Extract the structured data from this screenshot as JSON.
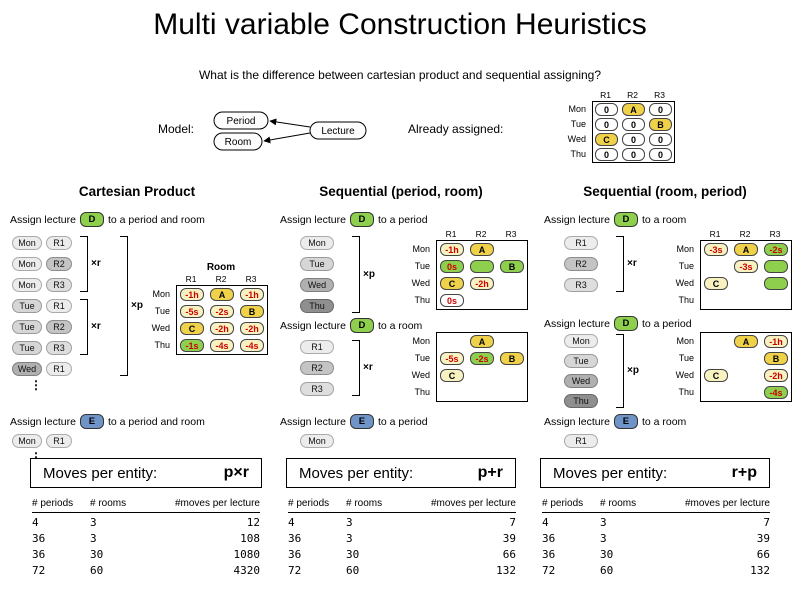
{
  "title": "Multi variable Construction Heuristics",
  "subtitle": "What is the difference between cartesian product and sequential assigning?",
  "model": {
    "label": "Model:",
    "period": "Period",
    "room": "Room",
    "lecture": "Lecture"
  },
  "already_assigned": {
    "label": "Already assigned:",
    "cols": [
      "R1",
      "R2",
      "R3"
    ],
    "rows": [
      "Mon",
      "Tue",
      "Wed",
      "Thu"
    ],
    "cells": [
      [
        "0",
        "A",
        "0"
      ],
      [
        "0",
        "0",
        "B"
      ],
      [
        "C",
        "0",
        "0"
      ],
      [
        "0",
        "0",
        "0"
      ]
    ]
  },
  "legend_colors": {
    "assigned": "#f0d24a",
    "evaluated": "#f7f2c0",
    "selected": "#8ed04e",
    "lecture_d": "#8ed04e",
    "lecture_e": "#6f95c8",
    "score_text": "#cc0000"
  },
  "pill_shades": {
    "Mon": "#ececec",
    "Tue": "#d6d6d6",
    "Wed": "#b0b0b0",
    "Thu": "#8f8f8f",
    "R1": "#ececec",
    "R2": "#c4c4c4",
    "R3": "#dedede"
  },
  "columns": [
    {
      "heading": "Cartesian Product",
      "steps": [
        {
          "assign_prefix": "Assign lecture",
          "lecture": "D",
          "lecture_color_key": "lecture_d",
          "assign_suffix": "to a period and room",
          "pill_pairs": [
            [
              "Mon",
              "R1"
            ],
            [
              "Mon",
              "R2"
            ],
            [
              "Mon",
              "R3"
            ],
            [
              "Tue",
              "R1"
            ],
            [
              "Tue",
              "R2"
            ],
            [
              "Tue",
              "R3"
            ],
            [
              "Wed",
              "R1"
            ]
          ],
          "room_bracket_label": "×r",
          "period_bracket_label": "×p",
          "table": {
            "caption": "Room",
            "cols": [
              "R1",
              "R2",
              "R3"
            ],
            "rows": [
              "Mon",
              "Tue",
              "Wed",
              "Thu"
            ],
            "cells": [
              [
                {
                  "t": "-1h",
                  "s": "eval"
                },
                {
                  "t": "A",
                  "s": "assigned"
                },
                {
                  "t": "-1h",
                  "s": "eval"
                }
              ],
              [
                {
                  "t": "-5s",
                  "s": "eval"
                },
                {
                  "t": "-2s",
                  "s": "eval"
                },
                {
                  "t": "B",
                  "s": "assigned"
                }
              ],
              [
                {
                  "t": "C",
                  "s": "assigned"
                },
                {
                  "t": "-2h",
                  "s": "eval"
                },
                {
                  "t": "-2h",
                  "s": "eval"
                }
              ],
              [
                {
                  "t": "-1s",
                  "s": "selected"
                },
                {
                  "t": "-4s",
                  "s": "eval"
                },
                {
                  "t": "-4s",
                  "s": "eval"
                }
              ]
            ]
          }
        },
        {
          "assign_prefix": "Assign lecture",
          "lecture": "E",
          "lecture_color_key": "lecture_e",
          "assign_suffix": "to a period and room",
          "pill_pairs": [
            [
              "Mon",
              "R1"
            ]
          ]
        }
      ],
      "moves_label": "Moves per entity:",
      "moves_formula": "p×r",
      "stats": {
        "headers": [
          "# periods",
          "# rooms",
          "#moves per lecture"
        ],
        "rows": [
          [
            "4",
            "3",
            "12"
          ],
          [
            "36",
            "3",
            "108"
          ],
          [
            "36",
            "30",
            "1080"
          ],
          [
            "72",
            "60",
            "4320"
          ]
        ]
      }
    },
    {
      "heading": "Sequential (period, room)",
      "steps": [
        {
          "assign_prefix": "Assign lecture",
          "lecture": "D",
          "lecture_color_key": "lecture_d",
          "assign_suffix": "to a period",
          "pills": [
            "Mon",
            "Tue",
            "Wed",
            "Thu"
          ],
          "bracket_label": "×p",
          "table": {
            "cols": [
              "R1",
              "R2",
              "R3"
            ],
            "rows": [
              "Mon",
              "Tue",
              "Wed",
              "Thu"
            ],
            "cells": [
              [
                {
                  "t": "-1h",
                  "s": "eval"
                },
                {
                  "t": "A",
                  "s": "assigned"
                },
                null
              ],
              [
                {
                  "t": "0s",
                  "s": "selected"
                },
                {
                  "t": "",
                  "s": "selected"
                },
                {
                  "t": "B",
                  "s": "selected"
                }
              ],
              [
                {
                  "t": "C",
                  "s": "assigned"
                },
                {
                  "t": "-2h",
                  "s": "eval"
                },
                null
              ],
              [
                {
                  "t": "0s",
                  "s": "plain"
                },
                null,
                null
              ]
            ]
          }
        },
        {
          "assign_prefix": "Assign lecture",
          "lecture": "D",
          "lecture_color_key": "lecture_d",
          "assign_suffix": "to a room",
          "pills": [
            "R1",
            "R2",
            "R3"
          ],
          "bracket_label": "×r",
          "table": {
            "cols": [
              "R1",
              "R2",
              "R3"
            ],
            "rows": [
              "Mon",
              "Tue",
              "Wed",
              "Thu"
            ],
            "cells": [
              [
                null,
                {
                  "t": "A",
                  "s": "assigned"
                },
                null
              ],
              [
                {
                  "t": "-5s",
                  "s": "eval"
                },
                {
                  "t": "-2s",
                  "s": "selected"
                },
                {
                  "t": "B",
                  "s": "assigned"
                }
              ],
              [
                {
                  "t": "C",
                  "s": "eval"
                },
                null,
                null
              ],
              [
                null,
                null,
                null
              ]
            ]
          }
        },
        {
          "assign_prefix": "Assign lecture",
          "lecture": "E",
          "lecture_color_key": "lecture_e",
          "assign_suffix": "to a period",
          "pills": [
            "Mon"
          ]
        }
      ],
      "moves_label": "Moves per entity:",
      "moves_formula": "p+r",
      "stats": {
        "headers": [
          "# periods",
          "# rooms",
          "#moves per lecture"
        ],
        "rows": [
          [
            "4",
            "3",
            "7"
          ],
          [
            "36",
            "3",
            "39"
          ],
          [
            "36",
            "30",
            "66"
          ],
          [
            "72",
            "60",
            "132"
          ]
        ]
      }
    },
    {
      "heading": "Sequential (room, period)",
      "steps": [
        {
          "assign_prefix": "Assign lecture",
          "lecture": "D",
          "lecture_color_key": "lecture_d",
          "assign_suffix": "to a room",
          "pills": [
            "R1",
            "R2",
            "R3"
          ],
          "bracket_label": "×r",
          "table": {
            "cols": [
              "R1",
              "R2",
              "R3"
            ],
            "rows": [
              "Mon",
              "Tue",
              "Wed",
              "Thu"
            ],
            "cells": [
              [
                {
                  "t": "-3s",
                  "s": "eval"
                },
                {
                  "t": "A",
                  "s": "assigned"
                },
                {
                  "t": "-2s",
                  "s": "selected"
                }
              ],
              [
                null,
                {
                  "t": "-3s",
                  "s": "eval"
                },
                {
                  "t": "",
                  "s": "selected"
                }
              ],
              [
                {
                  "t": "C",
                  "s": "eval"
                },
                null,
                {
                  "t": "",
                  "s": "selected"
                }
              ],
              [
                null,
                null,
                null
              ]
            ]
          }
        },
        {
          "assign_prefix": "Assign lecture",
          "lecture": "D",
          "lecture_color_key": "lecture_d",
          "assign_suffix": "to a period",
          "pills": [
            "Mon",
            "Tue",
            "Wed",
            "Thu"
          ],
          "bracket_label": "×p",
          "table": {
            "cols": [
              "R1",
              "R2",
              "R3"
            ],
            "rows": [
              "Mon",
              "Tue",
              "Wed",
              "Thu"
            ],
            "cells": [
              [
                null,
                {
                  "t": "A",
                  "s": "assigned"
                },
                {
                  "t": "-1h",
                  "s": "eval"
                }
              ],
              [
                null,
                null,
                {
                  "t": "B",
                  "s": "assigned"
                }
              ],
              [
                {
                  "t": "C",
                  "s": "eval"
                },
                null,
                {
                  "t": "-2h",
                  "s": "eval"
                }
              ],
              [
                null,
                null,
                {
                  "t": "-4s",
                  "s": "selected"
                }
              ]
            ]
          }
        },
        {
          "assign_prefix": "Assign lecture",
          "lecture": "E",
          "lecture_color_key": "lecture_e",
          "assign_suffix": "to a room",
          "pills": [
            "R1"
          ]
        }
      ],
      "moves_label": "Moves per entity:",
      "moves_formula": "r+p",
      "stats": {
        "headers": [
          "# periods",
          "# rooms",
          "#moves per lecture"
        ],
        "rows": [
          [
            "4",
            "3",
            "7"
          ],
          [
            "36",
            "3",
            "39"
          ],
          [
            "36",
            "30",
            "66"
          ],
          [
            "72",
            "60",
            "132"
          ]
        ]
      }
    }
  ]
}
